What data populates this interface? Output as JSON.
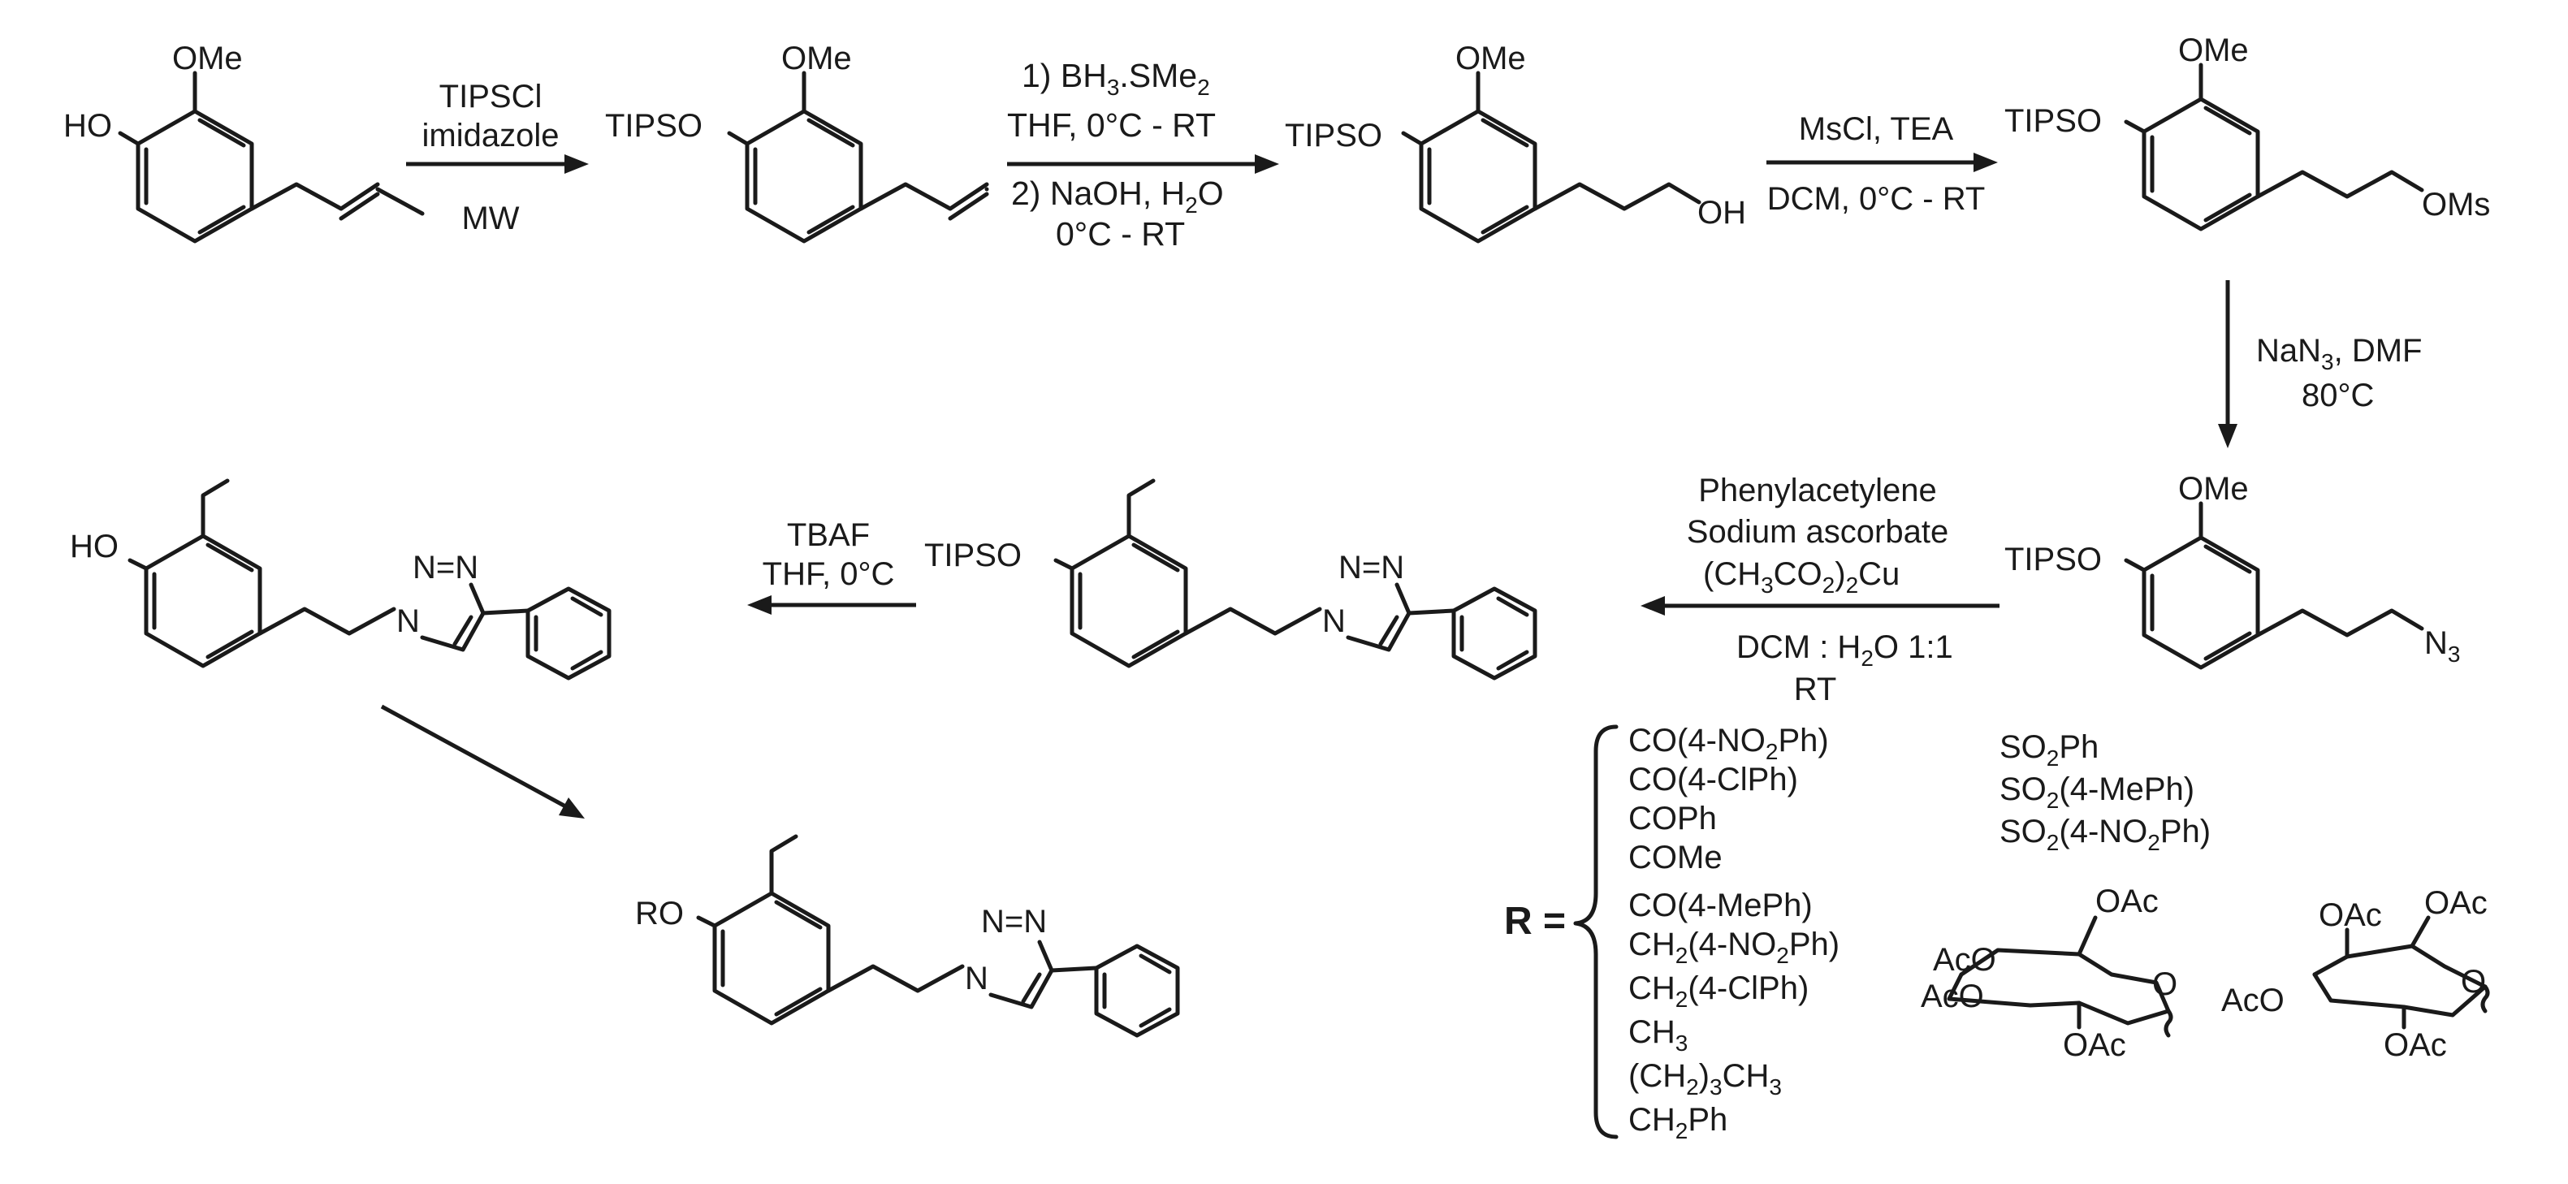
{
  "labels": {
    "ome": "OMe",
    "ho": "HO",
    "tipso": "TIPSO",
    "oh": "OH",
    "oms": "OMs",
    "ro": "RO",
    "n": "N",
    "n_eq": "N=N",
    "n3_base": "N",
    "n3_sub": "3"
  },
  "steps": {
    "s1": {
      "l1": "TIPSCl",
      "l2": "imidazole",
      "l3": "MW"
    },
    "s2": {
      "l1_a": "1) BH",
      "l1_b": "3",
      "l1_c": ".SMe",
      "l1_d": "2",
      "l2": "THF, 0°C - RT",
      "l3_a": "2) NaOH, H",
      "l3_b": "2",
      "l3_c": "O",
      "l4": "0°C - RT"
    },
    "s3": {
      "l1": "MsCl, TEA",
      "l2": "DCM, 0°C - RT"
    },
    "s4": {
      "l1_a": "NaN",
      "l1_b": "3",
      "l1_c": ", DMF",
      "l2": "80°C"
    },
    "s5": {
      "l1": "Phenylacetylene",
      "l2": "Sodium ascorbate",
      "l3_a": "(CH",
      "l3_b": "3",
      "l3_c": "CO",
      "l3_d": "2",
      "l3_e": ")",
      "l3_f": "2",
      "l3_g": "Cu",
      "l4_a": "DCM : H",
      "l4_b": "2",
      "l4_c": "O 1:1",
      "l5": "RT"
    },
    "s6": {
      "l1": "TBAF",
      "l2": "THF, 0°C"
    }
  },
  "r_group": {
    "label": "R =",
    "col1": [
      [
        "CO(4-NO",
        "2",
        "Ph)"
      ],
      [
        "CO(4-ClPh)"
      ],
      [
        "COPh"
      ],
      [
        "COMe"
      ],
      [
        "CO(4-MePh)"
      ],
      [
        "CH",
        "2",
        "(4-NO",
        "2",
        "Ph)"
      ],
      [
        "CH",
        "2",
        "(4-ClPh)"
      ],
      [
        "CH",
        "3"
      ],
      [
        "(CH",
        "2",
        ")",
        "3",
        "CH",
        "3"
      ],
      [
        "CH",
        "2",
        "Ph"
      ]
    ],
    "col2": [
      [
        "SO",
        "2",
        "Ph"
      ],
      [
        "SO",
        "2",
        "(4-MePh)"
      ],
      [
        "SO",
        "2",
        "(4-NO",
        "2",
        "Ph)"
      ]
    ],
    "sugar1": {
      "oac_top": "OAc",
      "aco1": "AcO",
      "aco2": "AcO",
      "oac_bottom": "OAc",
      "o": "O"
    },
    "sugar2": {
      "oac_top1": "OAc",
      "oac_top2": "OAc",
      "aco": "AcO",
      "oac_bottom": "OAc",
      "o": "O"
    }
  }
}
